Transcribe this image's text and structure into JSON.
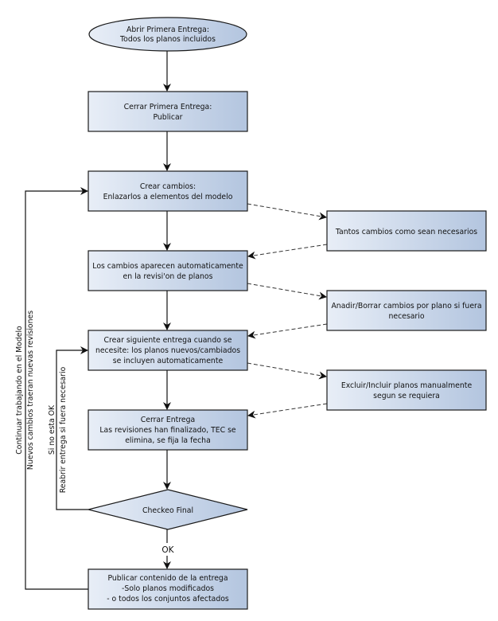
{
  "nodes": {
    "start": {
      "lines": [
        "Abrir Primera Entrega:",
        "Todos los planos incluidos"
      ]
    },
    "close_first": {
      "lines": [
        "Cerrar Primera Entrega:",
        "Publicar"
      ]
    },
    "create_changes": {
      "lines": [
        "Crear cambios:",
        "Enlazarlos a elementos del modelo"
      ]
    },
    "changes_appear": {
      "lines": [
        "Los cambios aparecen automaticamente",
        "en la revisi'on de planos"
      ]
    },
    "next_delivery": {
      "lines": [
        "Crear siguiente entrega cuando se",
        "necesite: los planos nuevos/cambiados",
        "se incluyen automaticamente"
      ]
    },
    "close_delivery": {
      "lines": [
        "Cerrar Entrega",
        "Las revisiones han finalizado, TEC se",
        "elimina, se fija la fecha"
      ]
    },
    "final_check": {
      "lines": [
        "Checkeo Final"
      ]
    },
    "publish": {
      "lines": [
        "Publicar contenido de la entrega",
        "-Solo planos modificados",
        "- o todos los conjuntos afectados"
      ]
    },
    "side_a": {
      "lines": [
        "Tantos cambios como sean necesarios"
      ]
    },
    "side_b": {
      "lines": [
        "Anadir/Borrar cambios por plano si fuera",
        "necesario"
      ]
    },
    "side_c": {
      "lines": [
        "Excluir/Incluir planos manualmente",
        "segun se requiera"
      ]
    }
  },
  "labels": {
    "ok": "OK",
    "outer_loop": [
      "Continuar trabajando en el Modelo",
      "Nuevos cambios traeran nuevas revisiones"
    ],
    "inner_loop": [
      "Si no esta OK",
      "Reabrir entrega si fuera necesario"
    ]
  },
  "colors": {
    "fill_light": "#e8eef7",
    "fill_dark": "#b3c5df",
    "stroke": "#1a1a1a"
  }
}
